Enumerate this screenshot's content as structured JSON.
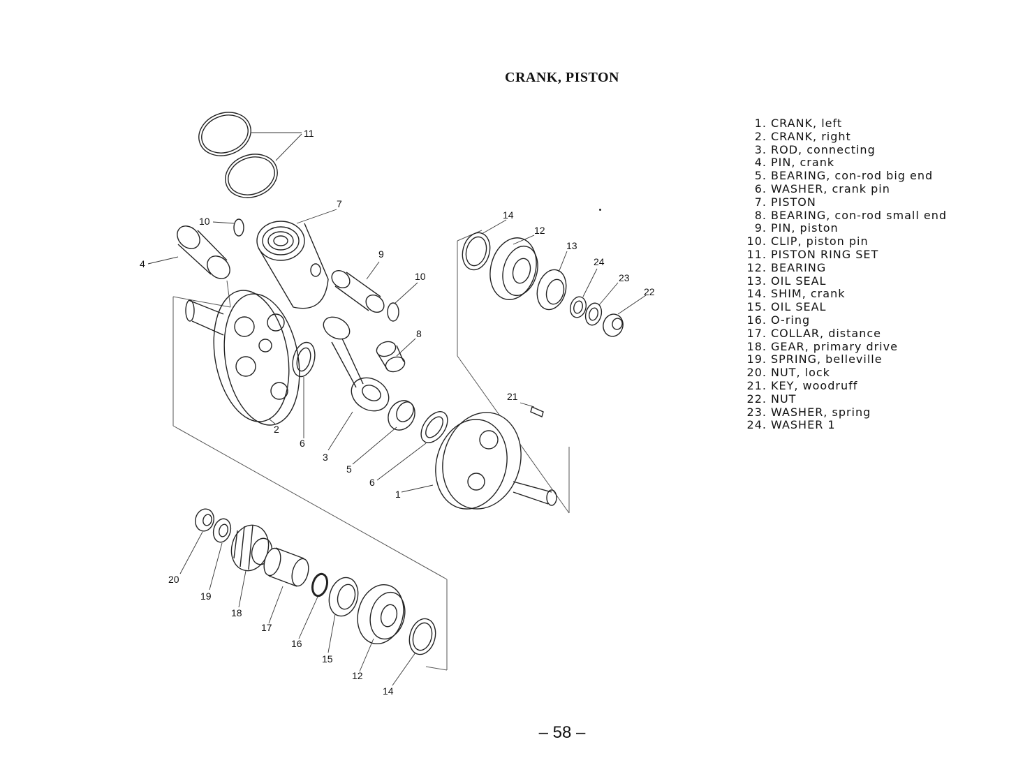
{
  "page": {
    "title": "CRANK, PISTON",
    "page_number": "– 58 –"
  },
  "legend": [
    {
      "num": "1.",
      "name": "CRANK, left"
    },
    {
      "num": "2.",
      "name": "CRANK, right"
    },
    {
      "num": "3.",
      "name": "ROD, connecting"
    },
    {
      "num": "4.",
      "name": "PIN, crank"
    },
    {
      "num": "5.",
      "name": "BEARING, con-rod big end"
    },
    {
      "num": "6.",
      "name": "WASHER, crank pin"
    },
    {
      "num": "7.",
      "name": "PISTON"
    },
    {
      "num": "8.",
      "name": "BEARING, con-rod small end"
    },
    {
      "num": "9.",
      "name": "PIN, piston"
    },
    {
      "num": "10.",
      "name": "CLIP, piston pin"
    },
    {
      "num": "11.",
      "name": "PISTON RING SET"
    },
    {
      "num": "12.",
      "name": "BEARING"
    },
    {
      "num": "13.",
      "name": "OIL SEAL"
    },
    {
      "num": "14.",
      "name": "SHIM, crank"
    },
    {
      "num": "15.",
      "name": "OIL SEAL"
    },
    {
      "num": "16.",
      "name": "O-ring"
    },
    {
      "num": "17.",
      "name": "COLLAR, distance"
    },
    {
      "num": "18.",
      "name": "GEAR, primary drive"
    },
    {
      "num": "19.",
      "name": "SPRING, belleville"
    },
    {
      "num": "20.",
      "name": "NUT, lock"
    },
    {
      "num": "21.",
      "name": "KEY, woodruff"
    },
    {
      "num": "22.",
      "name": "NUT"
    },
    {
      "num": "23.",
      "name": "WASHER, spring"
    },
    {
      "num": "24.",
      "name": "WASHER 1"
    }
  ],
  "callouts": {
    "c1": "1",
    "c2": "2",
    "c3": "3",
    "c4": "4",
    "c5": "5",
    "c6a": "6",
    "c6b": "6",
    "c7": "7",
    "c8": "8",
    "c9": "9",
    "c10a": "10",
    "c10b": "10",
    "c11": "11",
    "c12a": "12",
    "c12b": "12",
    "c13": "13",
    "c14a": "14",
    "c14b": "14",
    "c15": "15",
    "c16": "16",
    "c17": "17",
    "c18": "18",
    "c19": "19",
    "c20": "20",
    "c21": "21",
    "c22": "22",
    "c23": "23",
    "c24": "24"
  }
}
